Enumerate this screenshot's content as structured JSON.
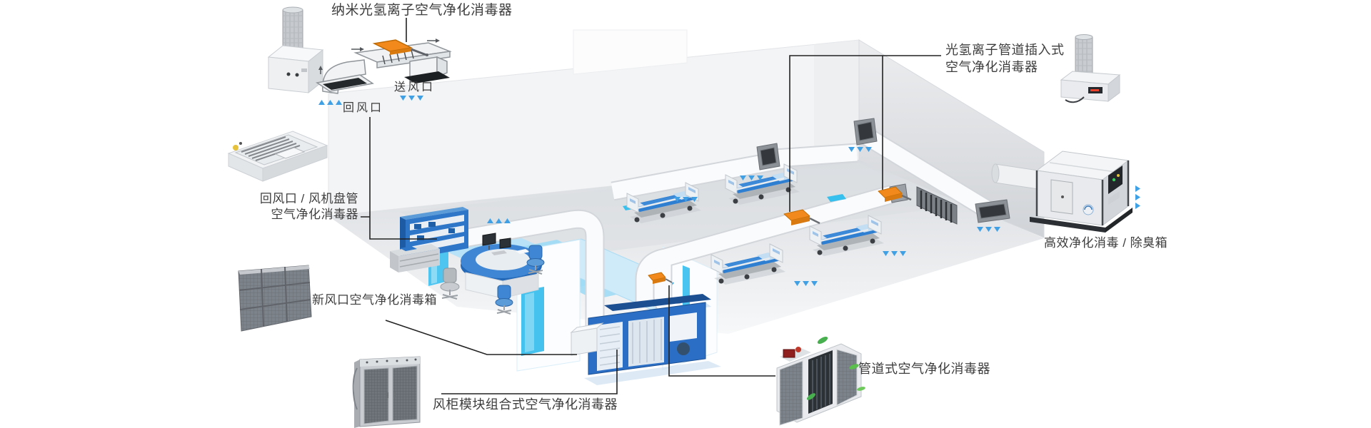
{
  "diagram": {
    "labels": {
      "nano": "纳米光氢离子空气净化消毒器",
      "supply_outlet": "送风口",
      "return_outlet": "回风口",
      "fan_coil_1": "回风口 / 风机盘管",
      "fan_coil_2": "空气净化消毒器",
      "fresh_air": "新风口空气净化消毒箱",
      "cabinet_module": "风柜模块组合式空气净化消毒器",
      "photo_ion_1": "光氢离子管道插入式",
      "photo_ion_2": "空气净化消毒器",
      "hepa": "高效净化消毒 / 除臭箱",
      "duct_type": "管道式空气净化消毒器"
    },
    "colors": {
      "accent_orange": "#f2891c",
      "arrow_blue": "#3fa0e6",
      "bed_blue": "#2e7ed2",
      "cyan_door": "#46c2ef",
      "machine_blue": "#2a6fc5",
      "leader_line": "#222222",
      "label_text": "#3d3d3d",
      "wall_gray": "#e9ebee"
    },
    "icons": [
      "airflow-down-arrows",
      "airflow-up-arrows",
      "airflow-right-arrows",
      "duct-insert-device",
      "wall-grille"
    ]
  }
}
